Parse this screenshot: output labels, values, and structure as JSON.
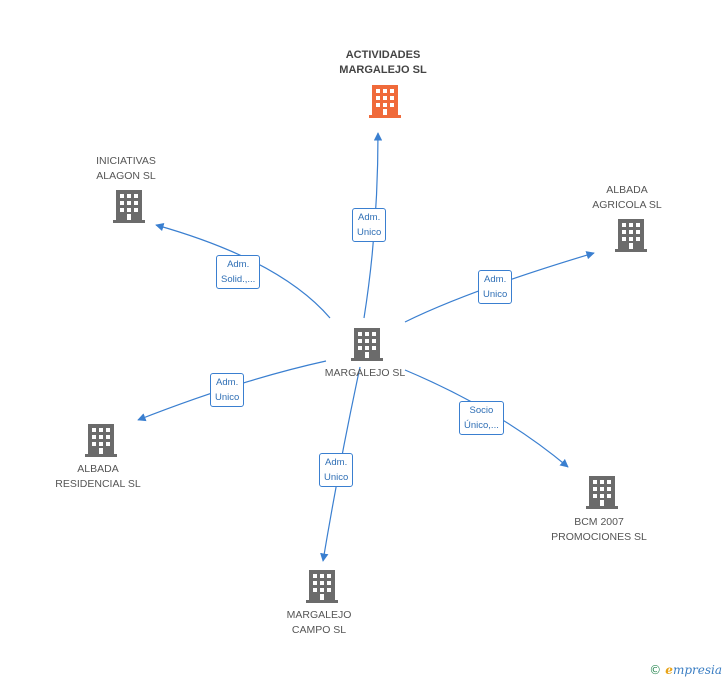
{
  "colors": {
    "edge": "#3a7fd0",
    "building_default": "#6b6b6b",
    "building_highlight": "#f06a3a"
  },
  "nodes": {
    "actividades": {
      "line1": "ACTIVIDADES",
      "line2": "MARGALEJO SL",
      "icon": "building-icon",
      "highlight": true
    },
    "iniciativas": {
      "line1": "INICIATIVAS",
      "line2": "ALAGON SL",
      "icon": "building-icon"
    },
    "albada_agricola": {
      "line1": "ALBADA",
      "line2": "AGRICOLA SL",
      "icon": "building-icon"
    },
    "margalejo": {
      "line1": "MARGALEJO SL",
      "icon": "building-icon"
    },
    "albada_residencial": {
      "line1": "ALBADA",
      "line2": "RESIDENCIAL SL",
      "icon": "building-icon"
    },
    "bcm": {
      "line1": "BCM 2007",
      "line2": "PROMOCIONES SL",
      "icon": "building-icon"
    },
    "margalejo_campo": {
      "line1": "MARGALEJO",
      "line2": "CAMPO SL",
      "icon": "building-icon"
    }
  },
  "edges": {
    "to_actividades": {
      "line1": "Adm.",
      "line2": "Unico"
    },
    "to_iniciativas": {
      "line1": "Adm.",
      "line2": "Solid.,..."
    },
    "to_albada_agricola": {
      "line1": "Adm.",
      "line2": "Unico"
    },
    "to_albada_residencial": {
      "line1": "Adm.",
      "line2": "Unico"
    },
    "to_bcm": {
      "line1": "Socio",
      "line2": "Único,..."
    },
    "to_margalejo_campo": {
      "line1": "Adm.",
      "line2": "Unico"
    }
  },
  "footer": {
    "copyright": "©",
    "brand_e": "e",
    "brand_rest": "mpresia"
  }
}
